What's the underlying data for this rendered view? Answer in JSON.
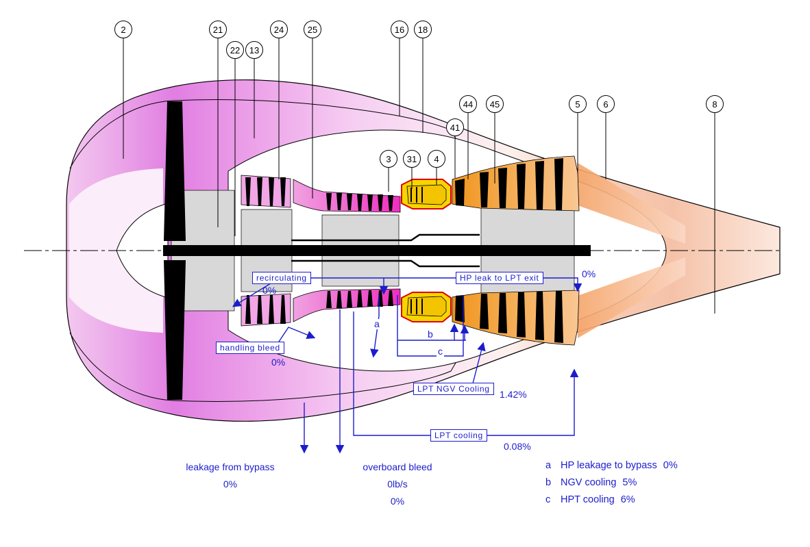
{
  "stations": [
    {
      "id": "2"
    },
    {
      "id": "21"
    },
    {
      "id": "22"
    },
    {
      "id": "13"
    },
    {
      "id": "24"
    },
    {
      "id": "25"
    },
    {
      "id": "16"
    },
    {
      "id": "18"
    },
    {
      "id": "3"
    },
    {
      "id": "31"
    },
    {
      "id": "4"
    },
    {
      "id": "41"
    },
    {
      "id": "44"
    },
    {
      "id": "45"
    },
    {
      "id": "5"
    },
    {
      "id": "6"
    },
    {
      "id": "8"
    }
  ],
  "annotations": {
    "recirculating": {
      "label": "recirculating",
      "value": "0%"
    },
    "handling_bleed": {
      "label": "handling bleed",
      "value": "0%"
    },
    "hp_leak_lpt_exit": {
      "label": "HP leak to LPT exit",
      "value": "0%"
    },
    "lpt_ngv_cooling": {
      "label": "LPT NGV Cooling",
      "value": "1.42%"
    },
    "lpt_cooling": {
      "label": "LPT cooling",
      "value": "0.08%"
    },
    "leakage_from_bypass": {
      "label": "leakage from bypass",
      "value": "0%"
    },
    "overboard_bleed": {
      "label": "overboard bleed",
      "flow": "0lb/s",
      "value": "0%"
    },
    "marker_a": "a",
    "marker_b": "b",
    "marker_c": "c"
  },
  "legend": [
    {
      "key": "a",
      "label": "HP leakage to bypass",
      "value": "0%"
    },
    {
      "key": "b",
      "label": "NGV cooling",
      "value": "5%"
    },
    {
      "key": "c",
      "label": "HPT cooling",
      "value": "6%"
    }
  ],
  "colors": {
    "annotation_blue": "#1c1ccd",
    "combustor_yellow": "#f6d500",
    "combustor_red": "#e00000",
    "turbine_orange": "#f0951c",
    "fan_magenta": "#e17ee2",
    "structure_gray": "#d8d8d8"
  }
}
